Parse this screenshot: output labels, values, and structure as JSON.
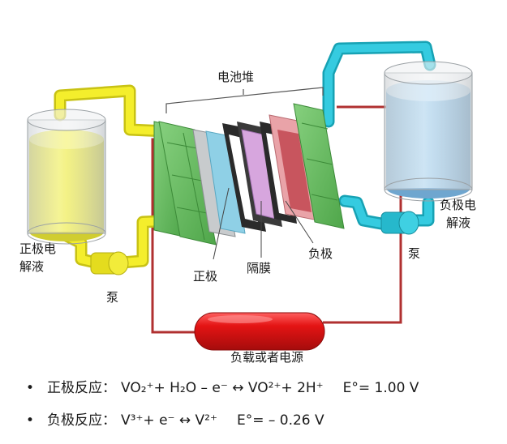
{
  "diagram": {
    "stack_label": "电池堆",
    "positive_electrolyte": [
      "正极电",
      "解液"
    ],
    "negative_electrolyte": [
      "负极电",
      "解液"
    ],
    "pump_left": "泵",
    "pump_right": "泵",
    "positive_electrode": "正极",
    "membrane": "隔膜",
    "negative_electrode": "负极",
    "load": "负载或者电源"
  },
  "equations": [
    {
      "bullet": "•",
      "name": "正极反应：",
      "formula": "VO₂⁺+ H₂O – e⁻ ↔ VO²⁺+ 2H⁺",
      "potential": "E°= 1.00 V"
    },
    {
      "bullet": "•",
      "name": "负极反应：",
      "formula": "V³⁺+ e⁻ ↔ V²⁺",
      "potential": "E°= – 0.26 V"
    }
  ],
  "colors": {
    "positive_electrolyte": "#e8e640",
    "negative_electrolyte": "#8fc3e6",
    "positive_pipe": "#f2ec20",
    "negative_pipe": "#2ec4d6",
    "end_plate": "#6fc06a",
    "circuit": "#b03030",
    "load": "#e02020"
  }
}
